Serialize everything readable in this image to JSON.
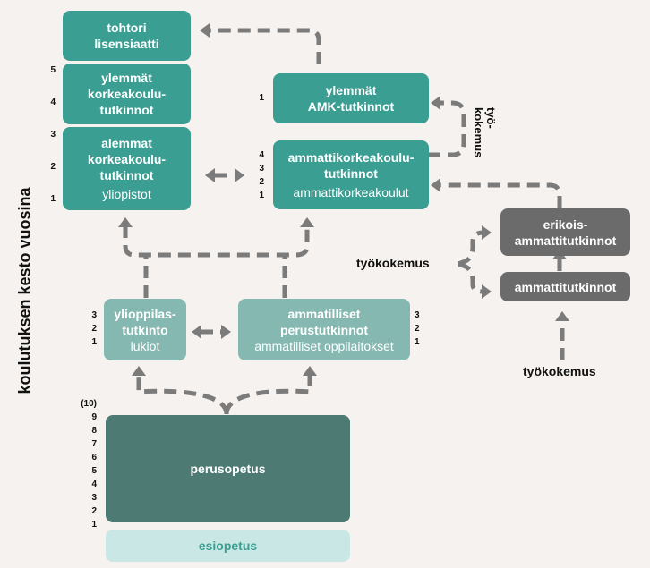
{
  "axis_label": "koulutuksen kesto vuosina",
  "colors": {
    "background": "#f5f2ef",
    "teal": "#3a9e93",
    "light_teal": "#85b8b1",
    "dark_teal": "#4e7a74",
    "pale_teal": "#c9e7e4",
    "gray": "#6b6b6b",
    "arrow": "#7b7b7b"
  },
  "boxes": {
    "tohtori": "tohtori\nlisensiaatti",
    "ylemmat_korkeakoulu": "ylemmät\nkorkeakoulu-\ntutkinnot",
    "alemmat_korkeakoulu": "alemmat\nkorkeakoulu-\ntutkinnot",
    "yliopistot": "yliopistot",
    "ylemmat_amk": "ylemmät\nAMK-tutkinnot",
    "amk_tutkinnot": "ammattikorkeakoulu-\ntutkinnot",
    "amk": "ammattikorkeakoulut",
    "erikoisammatti": "erikois-\nammattitutkinnot",
    "ammattitutkinnot": "ammattitutkinnot",
    "ylioppilas": "ylioppilas-\ntutkinto",
    "lukiot": "lukiot",
    "ammatilliset": "ammatilliset\nperustutkinnot",
    "oppilaitokset": "ammatilliset oppilaitokset",
    "perusopetus": "perusopetus",
    "esiopetus": "esiopetus"
  },
  "labels": {
    "tyokokemus_vertical": "työ-\nkokemus",
    "tyokokemus_mid": "työkokemus",
    "tyokokemus_bottom": "työkokemus"
  },
  "years": {
    "university": [
      "5",
      "4",
      "3",
      "2",
      "1"
    ],
    "ylemmat_amk": [
      "1"
    ],
    "amk": [
      "4",
      "3",
      "2",
      "1"
    ],
    "lukio": [
      "3",
      "2",
      "1"
    ],
    "ammatillinen": [
      "3",
      "2",
      "1"
    ],
    "perusopetus": [
      "(10)",
      "9",
      "8",
      "7",
      "6",
      "5",
      "4",
      "3",
      "2",
      "1"
    ]
  }
}
